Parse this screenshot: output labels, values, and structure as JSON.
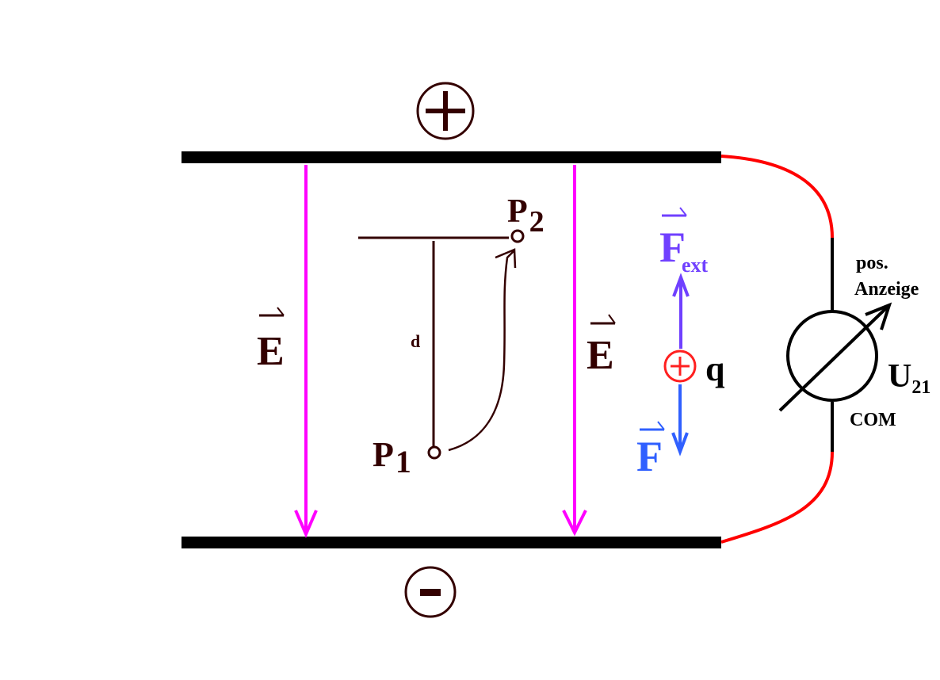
{
  "diagram": {
    "colors": {
      "ink": "#330000",
      "plate": "#000000",
      "field": "#ff00ff",
      "wire": "#ff0000",
      "f_ext": "#7040ff",
      "f": "#3060ff",
      "charge": "#ff2020",
      "meter": "#000000"
    },
    "plates": {
      "top_symbol": "+",
      "bottom_symbol": "−"
    },
    "field_labels": [
      "E",
      "E"
    ],
    "points": {
      "p1": {
        "letter": "P",
        "sub": "1"
      },
      "p2": {
        "letter": "P",
        "sub": "2"
      },
      "distance": "d"
    },
    "charge": {
      "label": "q",
      "sign": "+"
    },
    "forces": {
      "external": {
        "letter": "F",
        "sub": "ext"
      },
      "field": {
        "letter": "F"
      }
    },
    "meter": {
      "label_top_1": "pos.",
      "label_top_2": "Anzeige",
      "voltage_letter": "U",
      "voltage_sub": "21",
      "com_label": "COM"
    }
  }
}
